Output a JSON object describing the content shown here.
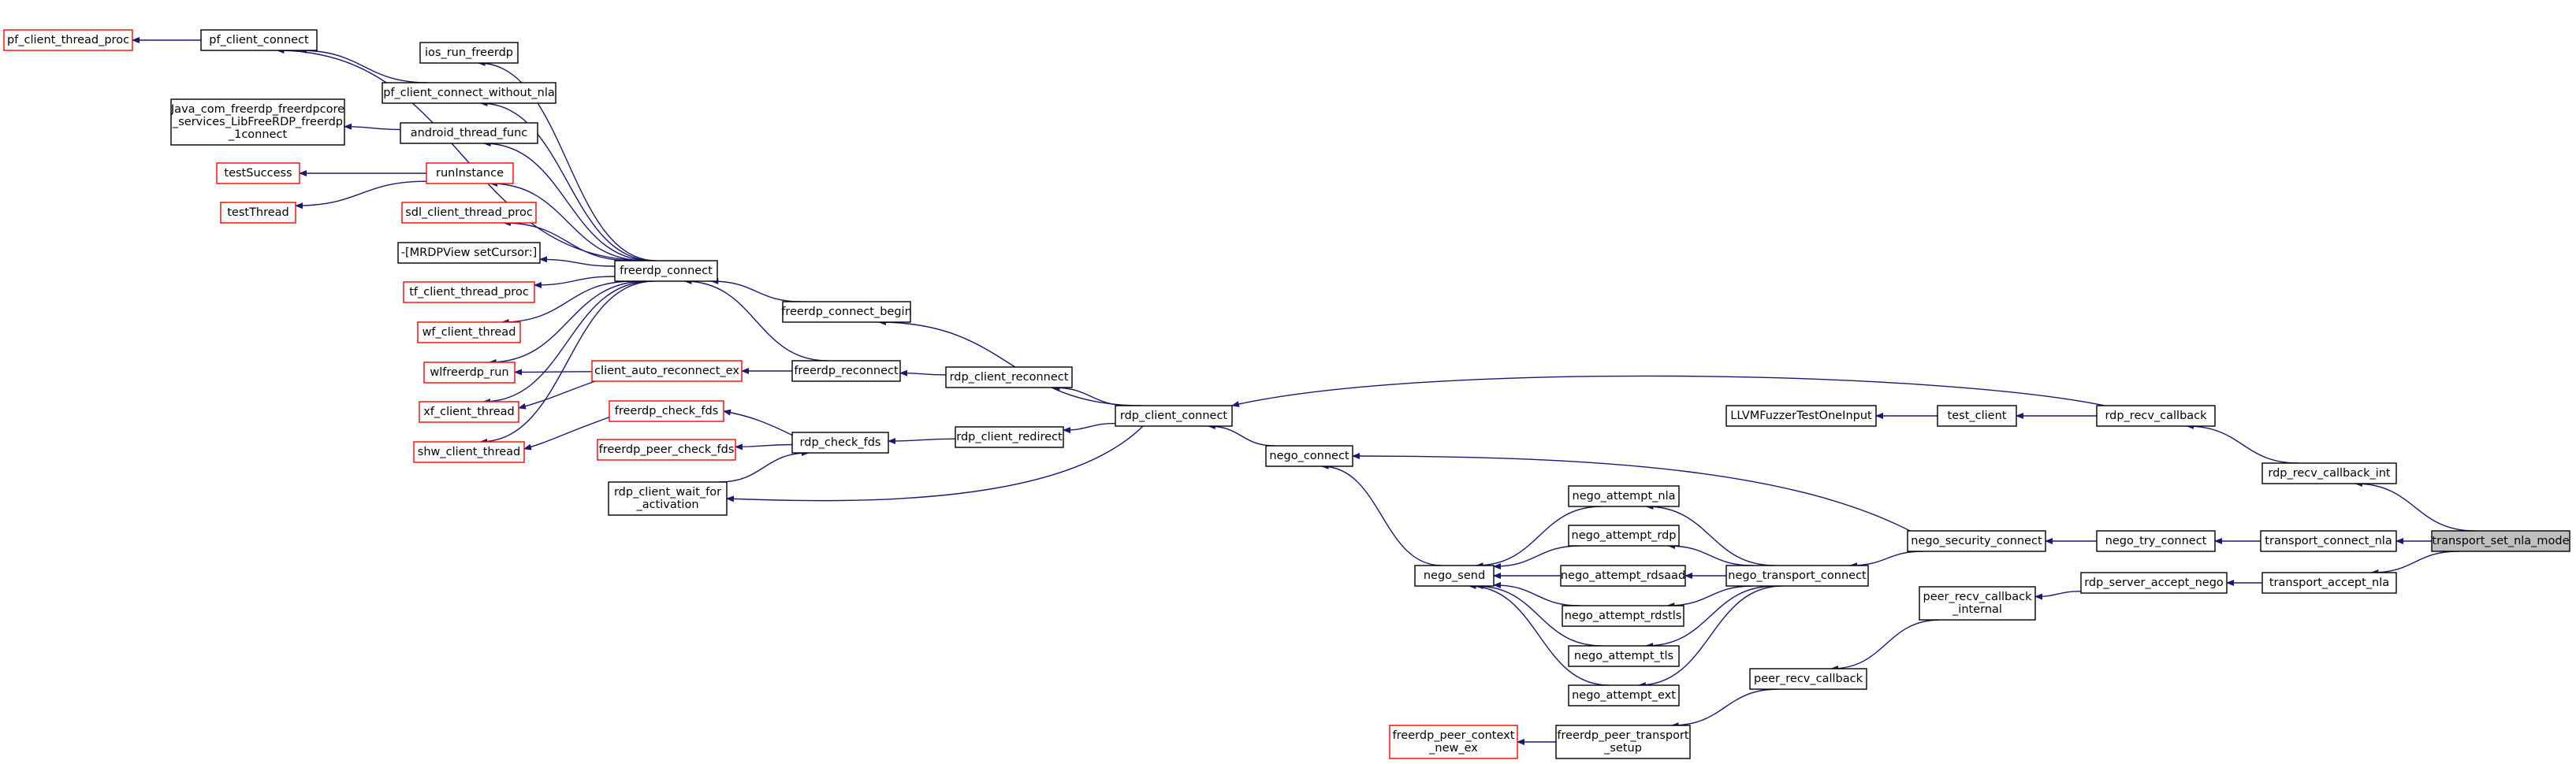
{
  "graph": {
    "nodes": [
      {
        "id": "transport_set_nla_mode",
        "lines": [
          "transport_set_nla_mode"
        ],
        "style": "focus"
      },
      {
        "id": "rdp_recv_callback_int",
        "lines": [
          "rdp_recv_callback_int"
        ],
        "style": "normal"
      },
      {
        "id": "transport_connect_nla",
        "lines": [
          "transport_connect_nla"
        ],
        "style": "normal"
      },
      {
        "id": "transport_accept_nla",
        "lines": [
          "transport_accept_nla"
        ],
        "style": "normal"
      },
      {
        "id": "rdp_recv_callback",
        "lines": [
          "rdp_recv_callback"
        ],
        "style": "normal"
      },
      {
        "id": "nego_try_connect",
        "lines": [
          "nego_try_connect"
        ],
        "style": "normal"
      },
      {
        "id": "rdp_server_accept_nego",
        "lines": [
          "rdp_server_accept_nego"
        ],
        "style": "normal"
      },
      {
        "id": "test_client",
        "lines": [
          "test_client"
        ],
        "style": "normal"
      },
      {
        "id": "LLVMFuzzerTestOneInput",
        "lines": [
          "LLVMFuzzerTestOneInput"
        ],
        "style": "normal"
      },
      {
        "id": "nego_security_connect",
        "lines": [
          "nego_security_connect"
        ],
        "style": "normal"
      },
      {
        "id": "peer_recv_callback_internal",
        "lines": [
          "peer_recv_callback",
          "_internal"
        ],
        "style": "normal"
      },
      {
        "id": "peer_recv_callback",
        "lines": [
          "peer_recv_callback"
        ],
        "style": "normal"
      },
      {
        "id": "nego_transport_connect",
        "lines": [
          "nego_transport_connect"
        ],
        "style": "normal"
      },
      {
        "id": "nego_attempt_nla",
        "lines": [
          "nego_attempt_nla"
        ],
        "style": "normal"
      },
      {
        "id": "nego_attempt_rdp",
        "lines": [
          "nego_attempt_rdp"
        ],
        "style": "normal"
      },
      {
        "id": "nego_attempt_rdsaad",
        "lines": [
          "nego_attempt_rdsaad"
        ],
        "style": "normal"
      },
      {
        "id": "nego_attempt_rdstls",
        "lines": [
          "nego_attempt_rdstls"
        ],
        "style": "normal"
      },
      {
        "id": "nego_attempt_tls",
        "lines": [
          "nego_attempt_tls"
        ],
        "style": "normal"
      },
      {
        "id": "nego_attempt_ext",
        "lines": [
          "nego_attempt_ext"
        ],
        "style": "normal"
      },
      {
        "id": "freerdp_peer_transport_setup",
        "lines": [
          "freerdp_peer_transport",
          "_setup"
        ],
        "style": "normal"
      },
      {
        "id": "freerdp_peer_context_new_ex",
        "lines": [
          "freerdp_peer_context",
          "_new_ex"
        ],
        "style": "red"
      },
      {
        "id": "nego_send",
        "lines": [
          "nego_send"
        ],
        "style": "normal"
      },
      {
        "id": "nego_connect",
        "lines": [
          "nego_connect"
        ],
        "style": "normal"
      },
      {
        "id": "rdp_client_connect",
        "lines": [
          "rdp_client_connect"
        ],
        "style": "normal"
      },
      {
        "id": "freerdp_connect_begin",
        "lines": [
          "freerdp_connect_begin"
        ],
        "style": "normal"
      },
      {
        "id": "rdp_client_reconnect",
        "lines": [
          "rdp_client_reconnect"
        ],
        "style": "normal"
      },
      {
        "id": "rdp_client_redirect",
        "lines": [
          "rdp_client_redirect"
        ],
        "style": "normal"
      },
      {
        "id": "rdp_check_fds",
        "lines": [
          "rdp_check_fds"
        ],
        "style": "normal"
      },
      {
        "id": "freerdp_reconnect",
        "lines": [
          "freerdp_reconnect"
        ],
        "style": "normal"
      },
      {
        "id": "rdp_client_wait_for_activation",
        "lines": [
          "rdp_client_wait_for",
          "_activation"
        ],
        "style": "normal"
      },
      {
        "id": "freerdp_connect",
        "lines": [
          "freerdp_connect"
        ],
        "style": "normal"
      },
      {
        "id": "client_auto_reconnect_ex",
        "lines": [
          "client_auto_reconnect_ex"
        ],
        "style": "red"
      },
      {
        "id": "freerdp_check_fds",
        "lines": [
          "freerdp_check_fds"
        ],
        "style": "red"
      },
      {
        "id": "freerdp_peer_check_fds",
        "lines": [
          "freerdp_peer_check_fds"
        ],
        "style": "red"
      },
      {
        "id": "pf_client_connect",
        "lines": [
          "pf_client_connect"
        ],
        "style": "normal"
      },
      {
        "id": "ios_run_freerdp",
        "lines": [
          "ios_run_freerdp"
        ],
        "style": "normal"
      },
      {
        "id": "pf_client_connect_without_nla",
        "lines": [
          "pf_client_connect_without_nla"
        ],
        "style": "normal"
      },
      {
        "id": "android_thread_func",
        "lines": [
          "android_thread_func"
        ],
        "style": "normal"
      },
      {
        "id": "runInstance",
        "lines": [
          "runInstance"
        ],
        "style": "red"
      },
      {
        "id": "sdl_client_thread_proc",
        "lines": [
          "sdl_client_thread_proc"
        ],
        "style": "red"
      },
      {
        "id": "mrdpview_setcursor",
        "lines": [
          "-[MRDPView setCursor:]"
        ],
        "style": "normal"
      },
      {
        "id": "tf_client_thread_proc",
        "lines": [
          "tf_client_thread_proc"
        ],
        "style": "red"
      },
      {
        "id": "wf_client_thread",
        "lines": [
          "wf_client_thread"
        ],
        "style": "red"
      },
      {
        "id": "wlfreerdp_run",
        "lines": [
          "wlfreerdp_run"
        ],
        "style": "red"
      },
      {
        "id": "xf_client_thread",
        "lines": [
          "xf_client_thread"
        ],
        "style": "red"
      },
      {
        "id": "shw_client_thread",
        "lines": [
          "shw_client_thread"
        ],
        "style": "red"
      },
      {
        "id": "pf_client_thread_proc",
        "lines": [
          "pf_client_thread_proc"
        ],
        "style": "red"
      },
      {
        "id": "java_libfreerdp_connect",
        "lines": [
          "Java_com_freerdp_freerdpcore",
          "_services_LibFreeRDP_freerdp",
          "_1connect"
        ],
        "style": "normal"
      },
      {
        "id": "testSuccess",
        "lines": [
          "testSuccess"
        ],
        "style": "red"
      },
      {
        "id": "testThread",
        "lines": [
          "testThread"
        ],
        "style": "red"
      }
    ],
    "edges": [
      {
        "from": "transport_set_nla_mode",
        "to": "rdp_recv_callback_int"
      },
      {
        "from": "transport_set_nla_mode",
        "to": "transport_connect_nla"
      },
      {
        "from": "transport_set_nla_mode",
        "to": "transport_accept_nla"
      },
      {
        "from": "rdp_recv_callback_int",
        "to": "rdp_recv_callback"
      },
      {
        "from": "transport_connect_nla",
        "to": "nego_try_connect"
      },
      {
        "from": "transport_accept_nla",
        "to": "rdp_server_accept_nego"
      },
      {
        "from": "rdp_recv_callback",
        "to": "rdp_client_connect"
      },
      {
        "from": "rdp_recv_callback",
        "to": "test_client"
      },
      {
        "from": "test_client",
        "to": "LLVMFuzzerTestOneInput"
      },
      {
        "from": "nego_try_connect",
        "to": "nego_security_connect"
      },
      {
        "from": "rdp_server_accept_nego",
        "to": "peer_recv_callback_internal"
      },
      {
        "from": "nego_security_connect",
        "to": "nego_connect"
      },
      {
        "from": "nego_security_connect",
        "to": "nego_transport_connect"
      },
      {
        "from": "peer_recv_callback_internal",
        "to": "peer_recv_callback"
      },
      {
        "from": "peer_recv_callback",
        "to": "freerdp_peer_transport_setup"
      },
      {
        "from": "freerdp_peer_transport_setup",
        "to": "freerdp_peer_context_new_ex"
      },
      {
        "from": "nego_transport_connect",
        "to": "nego_attempt_nla"
      },
      {
        "from": "nego_transport_connect",
        "to": "nego_attempt_rdp"
      },
      {
        "from": "nego_transport_connect",
        "to": "nego_attempt_rdsaad"
      },
      {
        "from": "nego_transport_connect",
        "to": "nego_attempt_rdstls"
      },
      {
        "from": "nego_transport_connect",
        "to": "nego_attempt_tls"
      },
      {
        "from": "nego_transport_connect",
        "to": "nego_attempt_ext"
      },
      {
        "from": "nego_attempt_nla",
        "to": "nego_send"
      },
      {
        "from": "nego_attempt_rdp",
        "to": "nego_send"
      },
      {
        "from": "nego_attempt_rdsaad",
        "to": "nego_send"
      },
      {
        "from": "nego_attempt_rdstls",
        "to": "nego_send"
      },
      {
        "from": "nego_attempt_tls",
        "to": "nego_send"
      },
      {
        "from": "nego_attempt_ext",
        "to": "nego_send"
      },
      {
        "from": "nego_send",
        "to": "nego_connect"
      },
      {
        "from": "nego_connect",
        "to": "rdp_client_connect"
      },
      {
        "from": "rdp_client_connect",
        "to": "freerdp_connect_begin"
      },
      {
        "from": "rdp_client_connect",
        "to": "rdp_client_reconnect"
      },
      {
        "from": "rdp_client_connect",
        "to": "rdp_client_redirect"
      },
      {
        "from": "rdp_client_connect",
        "to": "rdp_client_wait_for_activation"
      },
      {
        "from": "freerdp_connect_begin",
        "to": "freerdp_connect"
      },
      {
        "from": "rdp_client_reconnect",
        "to": "freerdp_reconnect"
      },
      {
        "from": "rdp_client_redirect",
        "to": "rdp_check_fds"
      },
      {
        "from": "rdp_client_wait_for_activation",
        "to": "rdp_check_fds"
      },
      {
        "from": "rdp_check_fds",
        "to": "freerdp_check_fds"
      },
      {
        "from": "rdp_check_fds",
        "to": "freerdp_peer_check_fds"
      },
      {
        "from": "freerdp_reconnect",
        "to": "freerdp_connect"
      },
      {
        "from": "freerdp_reconnect",
        "to": "client_auto_reconnect_ex"
      },
      {
        "from": "freerdp_check_fds",
        "to": "shw_client_thread"
      },
      {
        "from": "client_auto_reconnect_ex",
        "to": "wlfreerdp_run"
      },
      {
        "from": "client_auto_reconnect_ex",
        "to": "xf_client_thread"
      },
      {
        "from": "freerdp_connect",
        "to": "pf_client_connect"
      },
      {
        "from": "freerdp_connect",
        "to": "ios_run_freerdp"
      },
      {
        "from": "freerdp_connect",
        "to": "pf_client_connect_without_nla"
      },
      {
        "from": "freerdp_connect",
        "to": "android_thread_func"
      },
      {
        "from": "freerdp_connect",
        "to": "runInstance"
      },
      {
        "from": "freerdp_connect",
        "to": "sdl_client_thread_proc"
      },
      {
        "from": "freerdp_connect",
        "to": "mrdpview_setcursor"
      },
      {
        "from": "freerdp_connect",
        "to": "tf_client_thread_proc"
      },
      {
        "from": "freerdp_connect",
        "to": "wf_client_thread"
      },
      {
        "from": "freerdp_connect",
        "to": "wlfreerdp_run"
      },
      {
        "from": "freerdp_connect",
        "to": "xf_client_thread"
      },
      {
        "from": "freerdp_connect",
        "to": "shw_client_thread"
      },
      {
        "from": "pf_client_connect",
        "to": "pf_client_thread_proc"
      },
      {
        "from": "pf_client_connect_without_nla",
        "to": "pf_client_connect"
      },
      {
        "from": "android_thread_func",
        "to": "java_libfreerdp_connect"
      },
      {
        "from": "runInstance",
        "to": "testSuccess"
      },
      {
        "from": "runInstance",
        "to": "testThread"
      }
    ]
  }
}
